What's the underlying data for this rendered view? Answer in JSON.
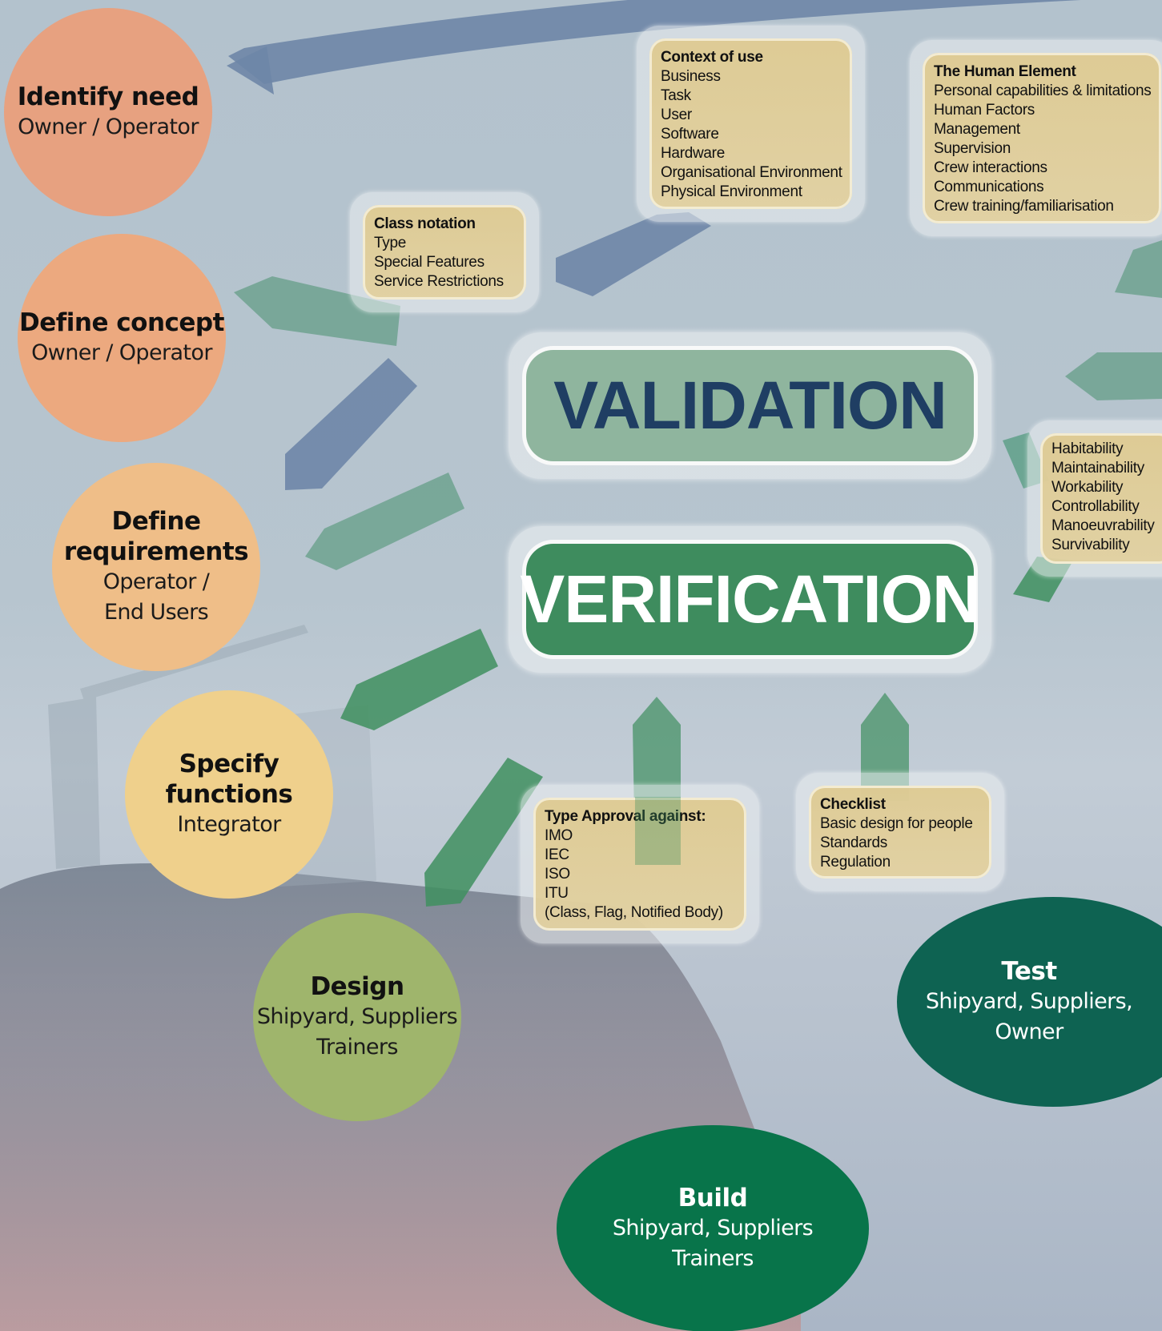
{
  "stages": [
    {
      "title": "Identify need",
      "subtitle": "Owner / Operator"
    },
    {
      "title": "Define concept",
      "subtitle": "Owner / Operator"
    },
    {
      "title": "Define\nrequirements",
      "subtitle": "Operator /\nEnd Users"
    },
    {
      "title": "Specify\nfunctions",
      "subtitle": "Integrator"
    },
    {
      "title": "Design",
      "subtitle": "Shipyard, Suppliers\nTrainers"
    },
    {
      "title": "Build",
      "subtitle": "Shipyard, Suppliers\nTrainers"
    },
    {
      "title": "Test",
      "subtitle": "Shipyard, Suppliers,\nOwner"
    }
  ],
  "validation_label": "VALIDATION",
  "verification_label": "VERIFICATION",
  "boxes": {
    "context": {
      "heading": "Context of use",
      "items": [
        "Business",
        "Task",
        "User",
        "Software",
        "Hardware",
        "Organisational Environment",
        "Physical Environment"
      ]
    },
    "human": {
      "heading": "The Human Element",
      "items": [
        "Personal  capabilities & limitations",
        "Human Factors",
        "Management",
        "Supervision",
        "Crew interactions",
        "Communications",
        "Crew training/familiarisation"
      ]
    },
    "class": {
      "heading": "Class notation",
      "items": [
        "Type",
        "Special Features",
        "Service Restrictions"
      ]
    },
    "ability": {
      "heading": "",
      "items": [
        "Habitability",
        "Maintainability",
        "Workability",
        "Controllability",
        "Manoeuvrability",
        "Survivability"
      ]
    },
    "type_approval": {
      "heading": "Type Approval against:",
      "items": [
        "IMO",
        "IEC",
        "ISO",
        "ITU",
        "(Class, Flag, Notified Body)"
      ]
    },
    "checklist": {
      "heading": "Checklist",
      "items": [
        "Basic design for people",
        "Standards",
        "Regulation"
      ]
    }
  },
  "colors": {
    "identify": "#e7a180",
    "concept": "#eca97f",
    "requirements": "#efbe88",
    "functions": "#efd08c",
    "design": "#9fb56c",
    "build": "#08744a",
    "test": "#0e6352",
    "validation_fill": "#8fb59e",
    "validation_text": "#1f3e63",
    "verification_fill": "#3e8c5e",
    "verification_text": "#ffffff",
    "arrow_blue": "#6e86a7",
    "arrow_green": "#5f9e86",
    "arrow_dark_green": "#3f8f5f"
  }
}
